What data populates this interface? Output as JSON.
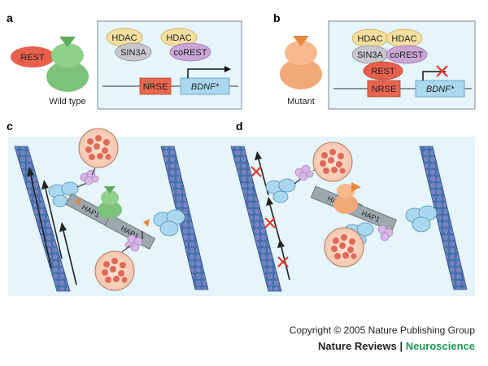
{
  "panels": {
    "a": "a",
    "b": "b",
    "c": "c",
    "d": "d"
  },
  "panel_a": {
    "rest": "REST",
    "caption": "Wild type",
    "hdac_1": "HDAC",
    "hdac_2": "HDAC",
    "sin3a": "SIN3A",
    "corest": "coREST",
    "nrse": "NRSE",
    "bdnf": "BDNF*"
  },
  "panel_b": {
    "caption": "Mutant",
    "hdac_1": "HDAC",
    "hdac_2": "HDAC",
    "sin3a": "SIN3A",
    "corest": "coREST",
    "rest": "REST",
    "nrse": "NRSE",
    "bdnf": "BDNF*"
  },
  "panel_c": {
    "hap1_upper": "HAP1",
    "hap1_lower": "HAP1"
  },
  "panel_d": {
    "hap1_upper": "HAP1",
    "hap1_lower": "HAP1"
  },
  "footer": {
    "copyright": "Copyright © 2005 Nature Publishing Group",
    "journal": "Nature Reviews",
    "separator": " | ",
    "section": "Neuroscience"
  },
  "colors": {
    "box_bg": "#e6f4fb",
    "rest": "#e8604c",
    "htt_wild": "#7cc27a",
    "htt_mutant": "#f3a878",
    "hdac": "#f5dfa0",
    "sin3a": "#c7c7cc",
    "corest": "#c9a6d6",
    "nrse": "#e8664f",
    "bdnf": "#a9d8ee",
    "microtubule": "#4a6aa8",
    "vesicle": "#f2b9a0",
    "block": "#e03a2a",
    "neuroscience": "#1e9a55"
  }
}
